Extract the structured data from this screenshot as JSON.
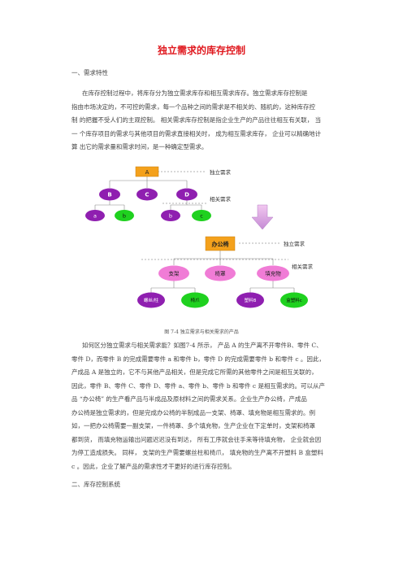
{
  "title": "独立需求的库存控制",
  "section1": {
    "heading": "一、需求特性",
    "para1_lines": [
      "在库存控制过程中，将库存分为独立需求库存和相互需求库存。独立需求库存控制是",
      "指由市场决定的，不可控的需求，每一个品种之间的需求是不相关的、随机的，这种库存控",
      "制 的把握不受人们的主观控制。 相关需求库存控制是指企业生产的产品往往相互有关联， 当",
      "一 个库存项目的需求与其他项目的需求直接相关时， 成为相互需求库存， 企业可以精确地计",
      "算 出它的需求量和需求时间，是一种确定型需求。"
    ]
  },
  "figure": {
    "top_labels": {
      "independent": "独立需求",
      "dependent": "相关需求"
    },
    "top_nodes": {
      "a": "A",
      "b": "B",
      "c": "C",
      "d": "D",
      "ea": "a",
      "eb": "b",
      "ec": "b",
      "ed": "c"
    },
    "bottom_labels": {
      "independent": "独立需求",
      "dependent": "相关需求"
    },
    "bottom_nodes": {
      "root": "办公椅",
      "m1": "支架",
      "m2": "椅罩",
      "m3": "填充物",
      "l1": "螺丝/柱",
      "l2": "椅爪",
      "l3": "塑料B",
      "l4": "盒塑料c"
    },
    "caption": "图 7-4 独立需求与相关需求的产品",
    "colors": {
      "orange": "#f4a11c",
      "purple": "#8f1fb0",
      "green": "#1fd11f",
      "pink": "#f07cd6"
    }
  },
  "section1b": {
    "para2_lines": [
      "如何区分独立需求与相关需求能？如图7-4 所示， 产品 A 的生产离不开零件B、零件 C、",
      "零件 D，而零件 B 的完成需要零件 a 和零件 b，零件 D 的完成需要零件 b 和零件 c 。因此，",
      "产成品 A 是独立的，它不与其他产品相关，但是完成它所需的其他零件之间是相互关联的，",
      "因此，零件 B、零件 C、零件 D、零件 a、零件 b、零件 b 和零件 c 是相互需求的。可以从产",
      "品 “办公椅” 的生产看产品与半成品及原材料之间的需求关系。企业生产办公椅，产成品",
      "办公椅是独立需求的，但是完成办公椅的半制成品一支架、椅罩、填充物是相互需求的。例",
      "如，一把办公椅需要一副支架，一件椅罩、多个填充物，生产企业在下定单时，支架和椅罩",
      "都到货， 而填充物运输出问题迟迟没有到达， 所有工序就会往手来等待填充物， 企业就会因",
      "为停工造成损失。 同样， 支架的生产需要螺丝柱和椅爪， 填充物的生产离不开塑料 B 盒塑料",
      "c 。因此，企业了解产品的需求性才干更好的进行库存控制。"
    ]
  },
  "section2": {
    "heading": "二、库存控制系统"
  }
}
